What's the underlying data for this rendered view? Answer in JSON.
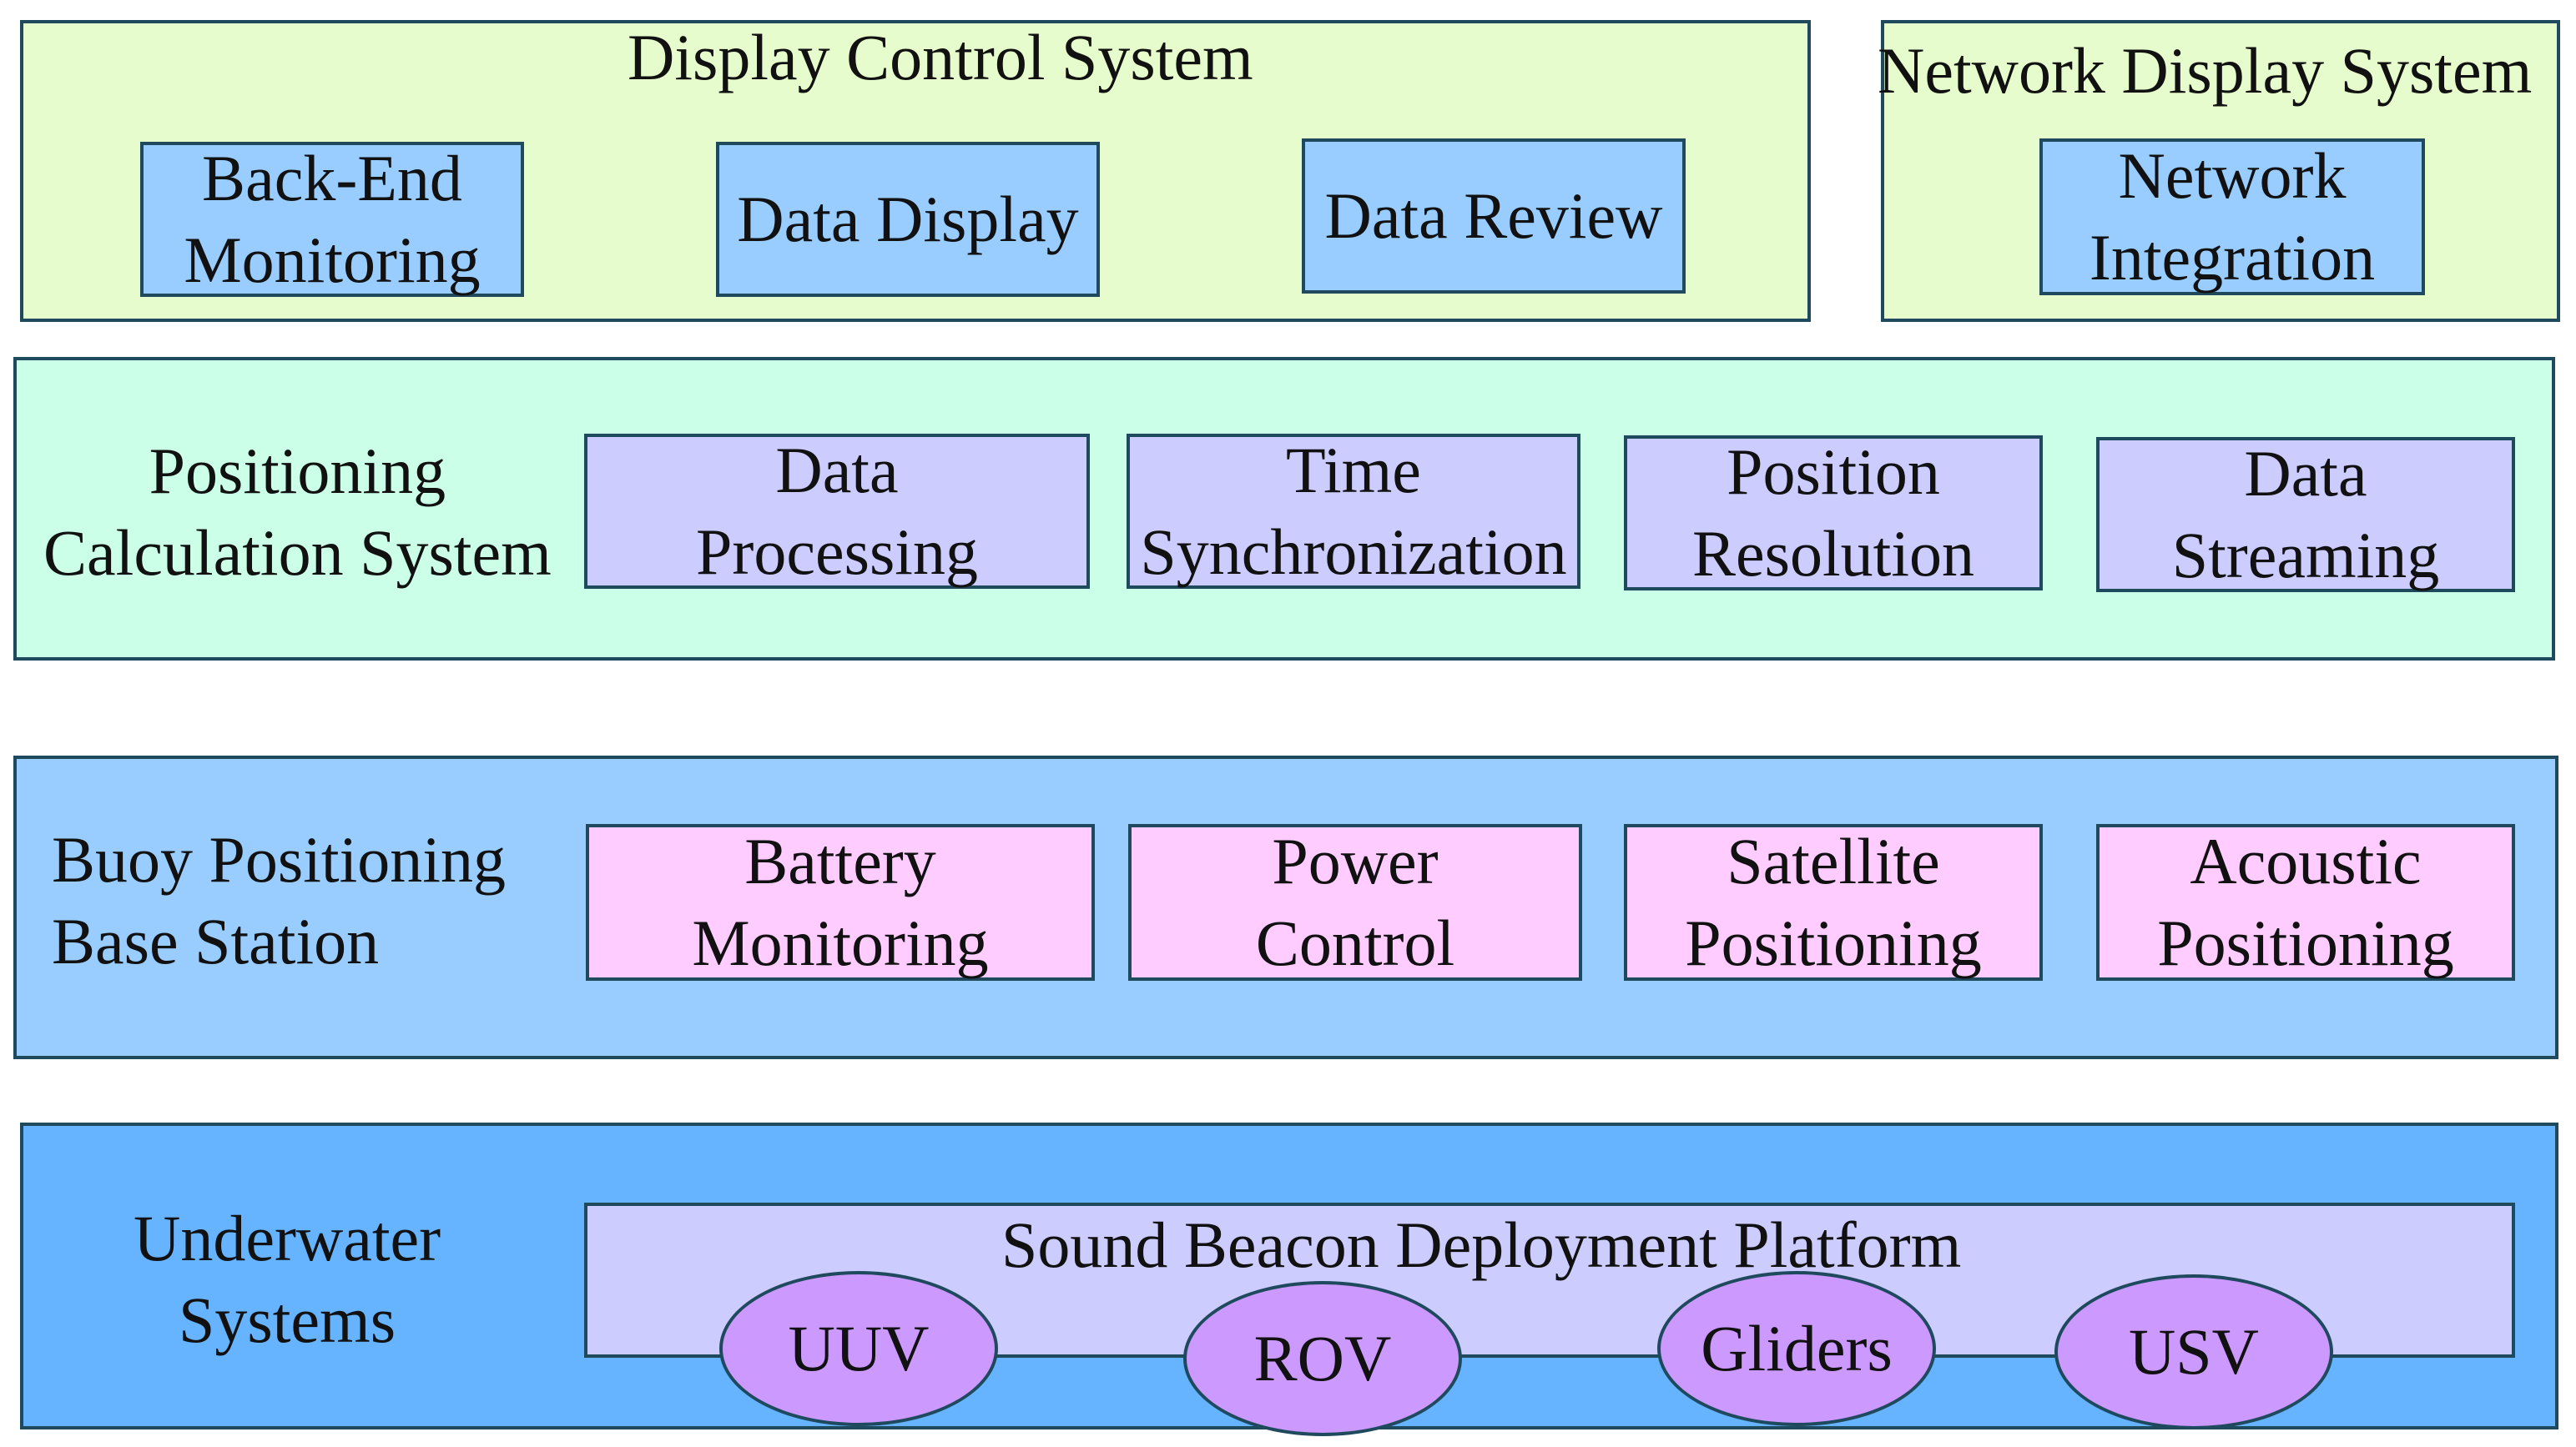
{
  "colors": {
    "display_layer": "#e6fccc",
    "positioning_layer": "#ccffe8",
    "buoy_layer": "#99ccff",
    "underwater_layer": "#66b3ff",
    "module_blue": "#99ccff",
    "module_lavender": "#ccccff",
    "module_pink": "#ffccff",
    "vehicle_purple": "#cc99ff",
    "border": "#1f4a5e"
  },
  "display_control": {
    "title": "Display Control System",
    "modules": [
      "Back-End\nMonitoring",
      "Data Display",
      "Data Review"
    ]
  },
  "network_display": {
    "title": "Network Display System",
    "modules": [
      "Network\nIntegration"
    ]
  },
  "positioning_calc": {
    "title": "Positioning\nCalculation System",
    "modules": [
      "Data\nProcessing",
      "Time\nSynchronization",
      "Position\nResolution",
      "Data\nStreaming"
    ]
  },
  "buoy_base": {
    "title": "Buoy Positioning\nBase Station",
    "modules": [
      "Battery\nMonitoring",
      "Power\nControl",
      "Satellite\nPositioning",
      "Acoustic\nPositioning"
    ]
  },
  "underwater": {
    "title": "Underwater\nSystems",
    "platform": "Sound Beacon Deployment Platform",
    "vehicles": [
      "UUV",
      "ROV",
      "Gliders",
      "USV"
    ]
  }
}
